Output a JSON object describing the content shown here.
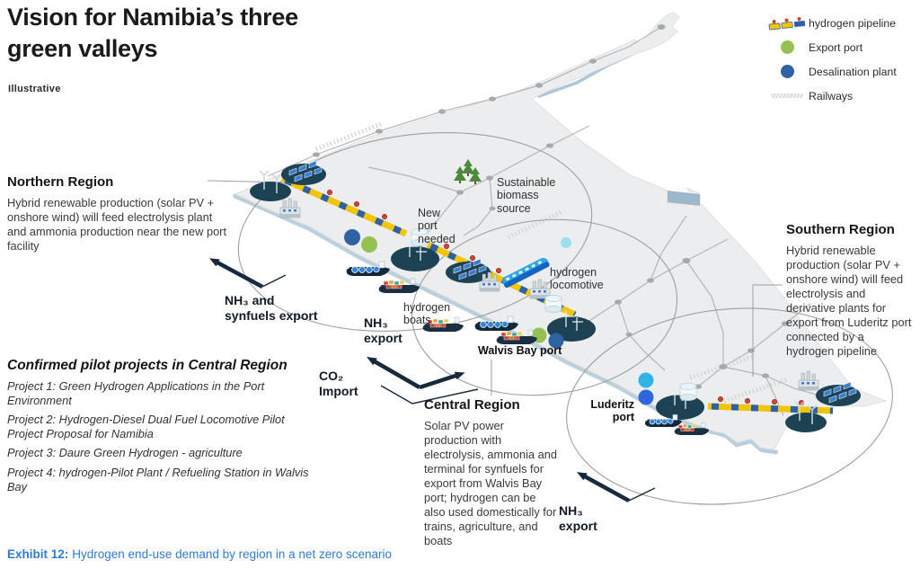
{
  "title": "Vision for Namibia’s three green valleys",
  "subtitle": "Illustrative",
  "legend": {
    "items": [
      {
        "label": "hydrogen pipeline",
        "icon": "pipeline-icon"
      },
      {
        "label": "Export port",
        "icon": "export-port-dot",
        "color": "#95c153"
      },
      {
        "label": "Desalination plant",
        "icon": "desalination-dot",
        "color": "#2e62a0"
      },
      {
        "label": "Railways",
        "icon": "railway-line",
        "color": "#d6d6d6"
      }
    ]
  },
  "regions": {
    "northern": {
      "heading": "Northern Region",
      "body": "Hybrid renewable production (solar PV + onshore wind) will feed electrolysis plant and ammonia production near the new port facility"
    },
    "central": {
      "heading": "Central Region",
      "body": "Solar PV power production with electrolysis, ammonia and terminal for synfuels for export from Walvis Bay port; hydrogen can be also used domestically for trains, agriculture, and boats"
    },
    "southern": {
      "heading": "Southern Region",
      "body": "Hybrid renewable production (solar PV + onshore wind) will feed electrolysis and derivative plants for export from Luderitz port connected by a hydrogen pipeline"
    }
  },
  "pilot_projects": {
    "heading": "Confirmed pilot projects in Central Region",
    "items": [
      "Project 1: Green Hydrogen Applications in the Port Environment",
      "Project 2: Hydrogen-Diesel Dual Fuel Locomotive Pilot Project Proposal for Namibia",
      "Project 3: Daure Green Hydrogen - agriculture",
      "Project 4: hydrogen-Pilot Plant / Refueling Station in Walvis Bay"
    ]
  },
  "map_labels": {
    "new_port": "New\nport\nneeded",
    "biomass": "Sustainable\nbiomass\nsource",
    "locomotive": "hydrogen\nlocomotive",
    "boats": "hydrogen\nboats",
    "walvis": "Walvis Bay port",
    "luderitz": "Luderitz\nport"
  },
  "flow_labels": {
    "nh3_synfuels": "NH₃ and\nsynfuels export",
    "nh3_central": "NH₃\nexport",
    "co2": "CO₂\nImport",
    "nh3_south": "NH₃\nexport"
  },
  "caption": {
    "prefix": "Exhibit 12:",
    "text": "Hydrogen end-use demand by region in a net zero scenario"
  },
  "colors": {
    "caption_blue": "#2e7cd6",
    "export_green": "#95c153",
    "desalination_blue": "#2e62a0",
    "pipeline_yellow": "#f2c500",
    "pipeline_blue": "#2d62a8",
    "pump_red": "#cf4534",
    "arrow_navy": "#16293f",
    "land_gray": "#ecedee",
    "pad_navy": "#1d4254",
    "coast_water": "#b7ccdb",
    "cyan_dot": "#30b4e8",
    "royal_dot": "#2d66dd"
  }
}
